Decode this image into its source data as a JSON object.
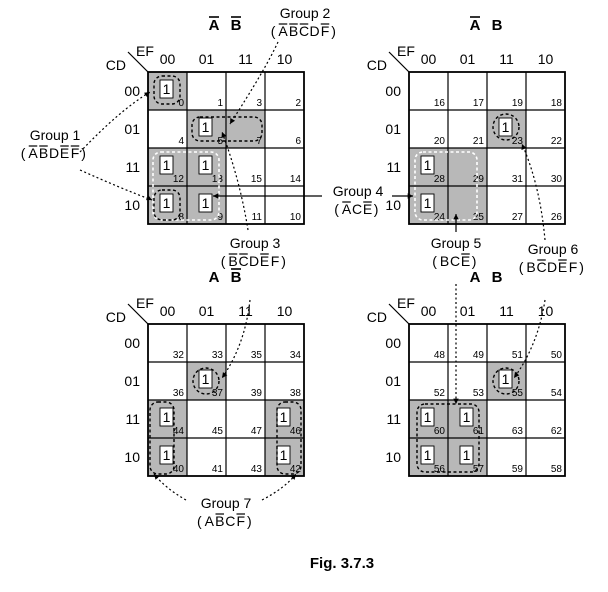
{
  "axis": {
    "row_var": "CD",
    "col_var": "EF",
    "gray_codes": [
      "00",
      "01",
      "11",
      "10"
    ]
  },
  "maps": [
    {
      "id": "map1",
      "header": "A B",
      "header_bars": [
        true,
        true
      ],
      "minterms": [
        [
          0,
          1,
          3,
          2
        ],
        [
          4,
          5,
          7,
          6
        ],
        [
          12,
          13,
          15,
          14
        ],
        [
          8,
          9,
          11,
          10
        ]
      ],
      "ones": [
        [
          0,
          0
        ],
        [
          1,
          1
        ],
        [
          2,
          0
        ],
        [
          2,
          1
        ],
        [
          3,
          0
        ],
        [
          3,
          1
        ]
      ],
      "shaded": [
        [
          0,
          0
        ],
        [
          1,
          1
        ],
        [
          1,
          2
        ],
        [
          2,
          0
        ],
        [
          2,
          1
        ],
        [
          3,
          0
        ],
        [
          3,
          1
        ]
      ]
    },
    {
      "id": "map2",
      "header": "A B",
      "header_bars": [
        true,
        false
      ],
      "minterms": [
        [
          16,
          17,
          19,
          18
        ],
        [
          20,
          21,
          23,
          22
        ],
        [
          28,
          29,
          31,
          30
        ],
        [
          24,
          25,
          27,
          26
        ]
      ],
      "ones": [
        [
          1,
          2
        ],
        [
          2,
          0
        ],
        [
          3,
          0
        ]
      ],
      "shaded": [
        [
          1,
          2
        ],
        [
          2,
          0
        ],
        [
          2,
          1
        ],
        [
          3,
          0
        ],
        [
          3,
          1
        ]
      ]
    },
    {
      "id": "map3",
      "header": "A B",
      "header_bars": [
        false,
        true
      ],
      "minterms": [
        [
          32,
          33,
          35,
          34
        ],
        [
          36,
          37,
          39,
          38
        ],
        [
          44,
          45,
          47,
          46
        ],
        [
          40,
          41,
          43,
          42
        ]
      ],
      "ones": [
        [
          1,
          1
        ],
        [
          2,
          0
        ],
        [
          2,
          3
        ],
        [
          3,
          0
        ],
        [
          3,
          3
        ]
      ],
      "shaded": [
        [
          1,
          1
        ],
        [
          2,
          0
        ],
        [
          2,
          3
        ],
        [
          3,
          0
        ],
        [
          3,
          3
        ]
      ]
    },
    {
      "id": "map4",
      "header": "A B",
      "header_bars": [
        false,
        false
      ],
      "minterms": [
        [
          48,
          49,
          51,
          50
        ],
        [
          52,
          53,
          55,
          54
        ],
        [
          60,
          61,
          63,
          62
        ],
        [
          56,
          57,
          59,
          58
        ]
      ],
      "ones": [
        [
          1,
          2
        ],
        [
          2,
          0
        ],
        [
          2,
          1
        ],
        [
          3,
          0
        ],
        [
          3,
          1
        ]
      ],
      "shaded": [
        [
          1,
          2
        ],
        [
          2,
          0
        ],
        [
          2,
          1
        ],
        [
          3,
          0
        ],
        [
          3,
          1
        ]
      ]
    }
  ],
  "cell_value": "1",
  "groups": [
    {
      "id": "g1",
      "title": "Group 1",
      "expr": [
        [
          "A",
          true
        ],
        [
          "B",
          true
        ],
        [
          "D",
          false
        ],
        [
          "E",
          true
        ],
        [
          "F",
          true
        ]
      ]
    },
    {
      "id": "g2",
      "title": "Group 2",
      "expr": [
        [
          "A",
          true
        ],
        [
          "B",
          true
        ],
        [
          "C",
          true
        ],
        [
          "D",
          false
        ],
        [
          "F",
          true
        ]
      ]
    },
    {
      "id": "g3",
      "title": "Group 3",
      "expr": [
        [
          "B",
          true
        ],
        [
          "C",
          true
        ],
        [
          "D",
          false
        ],
        [
          "E",
          true
        ],
        [
          "F",
          false
        ]
      ]
    },
    {
      "id": "g4",
      "title": "Group 4",
      "expr": [
        [
          "A",
          true
        ],
        [
          "C",
          false
        ],
        [
          "E",
          true
        ]
      ]
    },
    {
      "id": "g5",
      "title": "Group 5",
      "expr": [
        [
          "B",
          false
        ],
        [
          "C",
          false
        ],
        [
          "E",
          true
        ]
      ]
    },
    {
      "id": "g6",
      "title": "Group 6",
      "expr": [
        [
          "B",
          false
        ],
        [
          "C",
          true
        ],
        [
          "D",
          false
        ],
        [
          "E",
          true
        ],
        [
          "F",
          false
        ]
      ]
    },
    {
      "id": "g7",
      "title": "Group 7",
      "expr": [
        [
          "A",
          false
        ],
        [
          "B",
          true
        ],
        [
          "C",
          false
        ],
        [
          "F",
          true
        ]
      ]
    }
  ],
  "caption": "Fig. 3.7.3"
}
